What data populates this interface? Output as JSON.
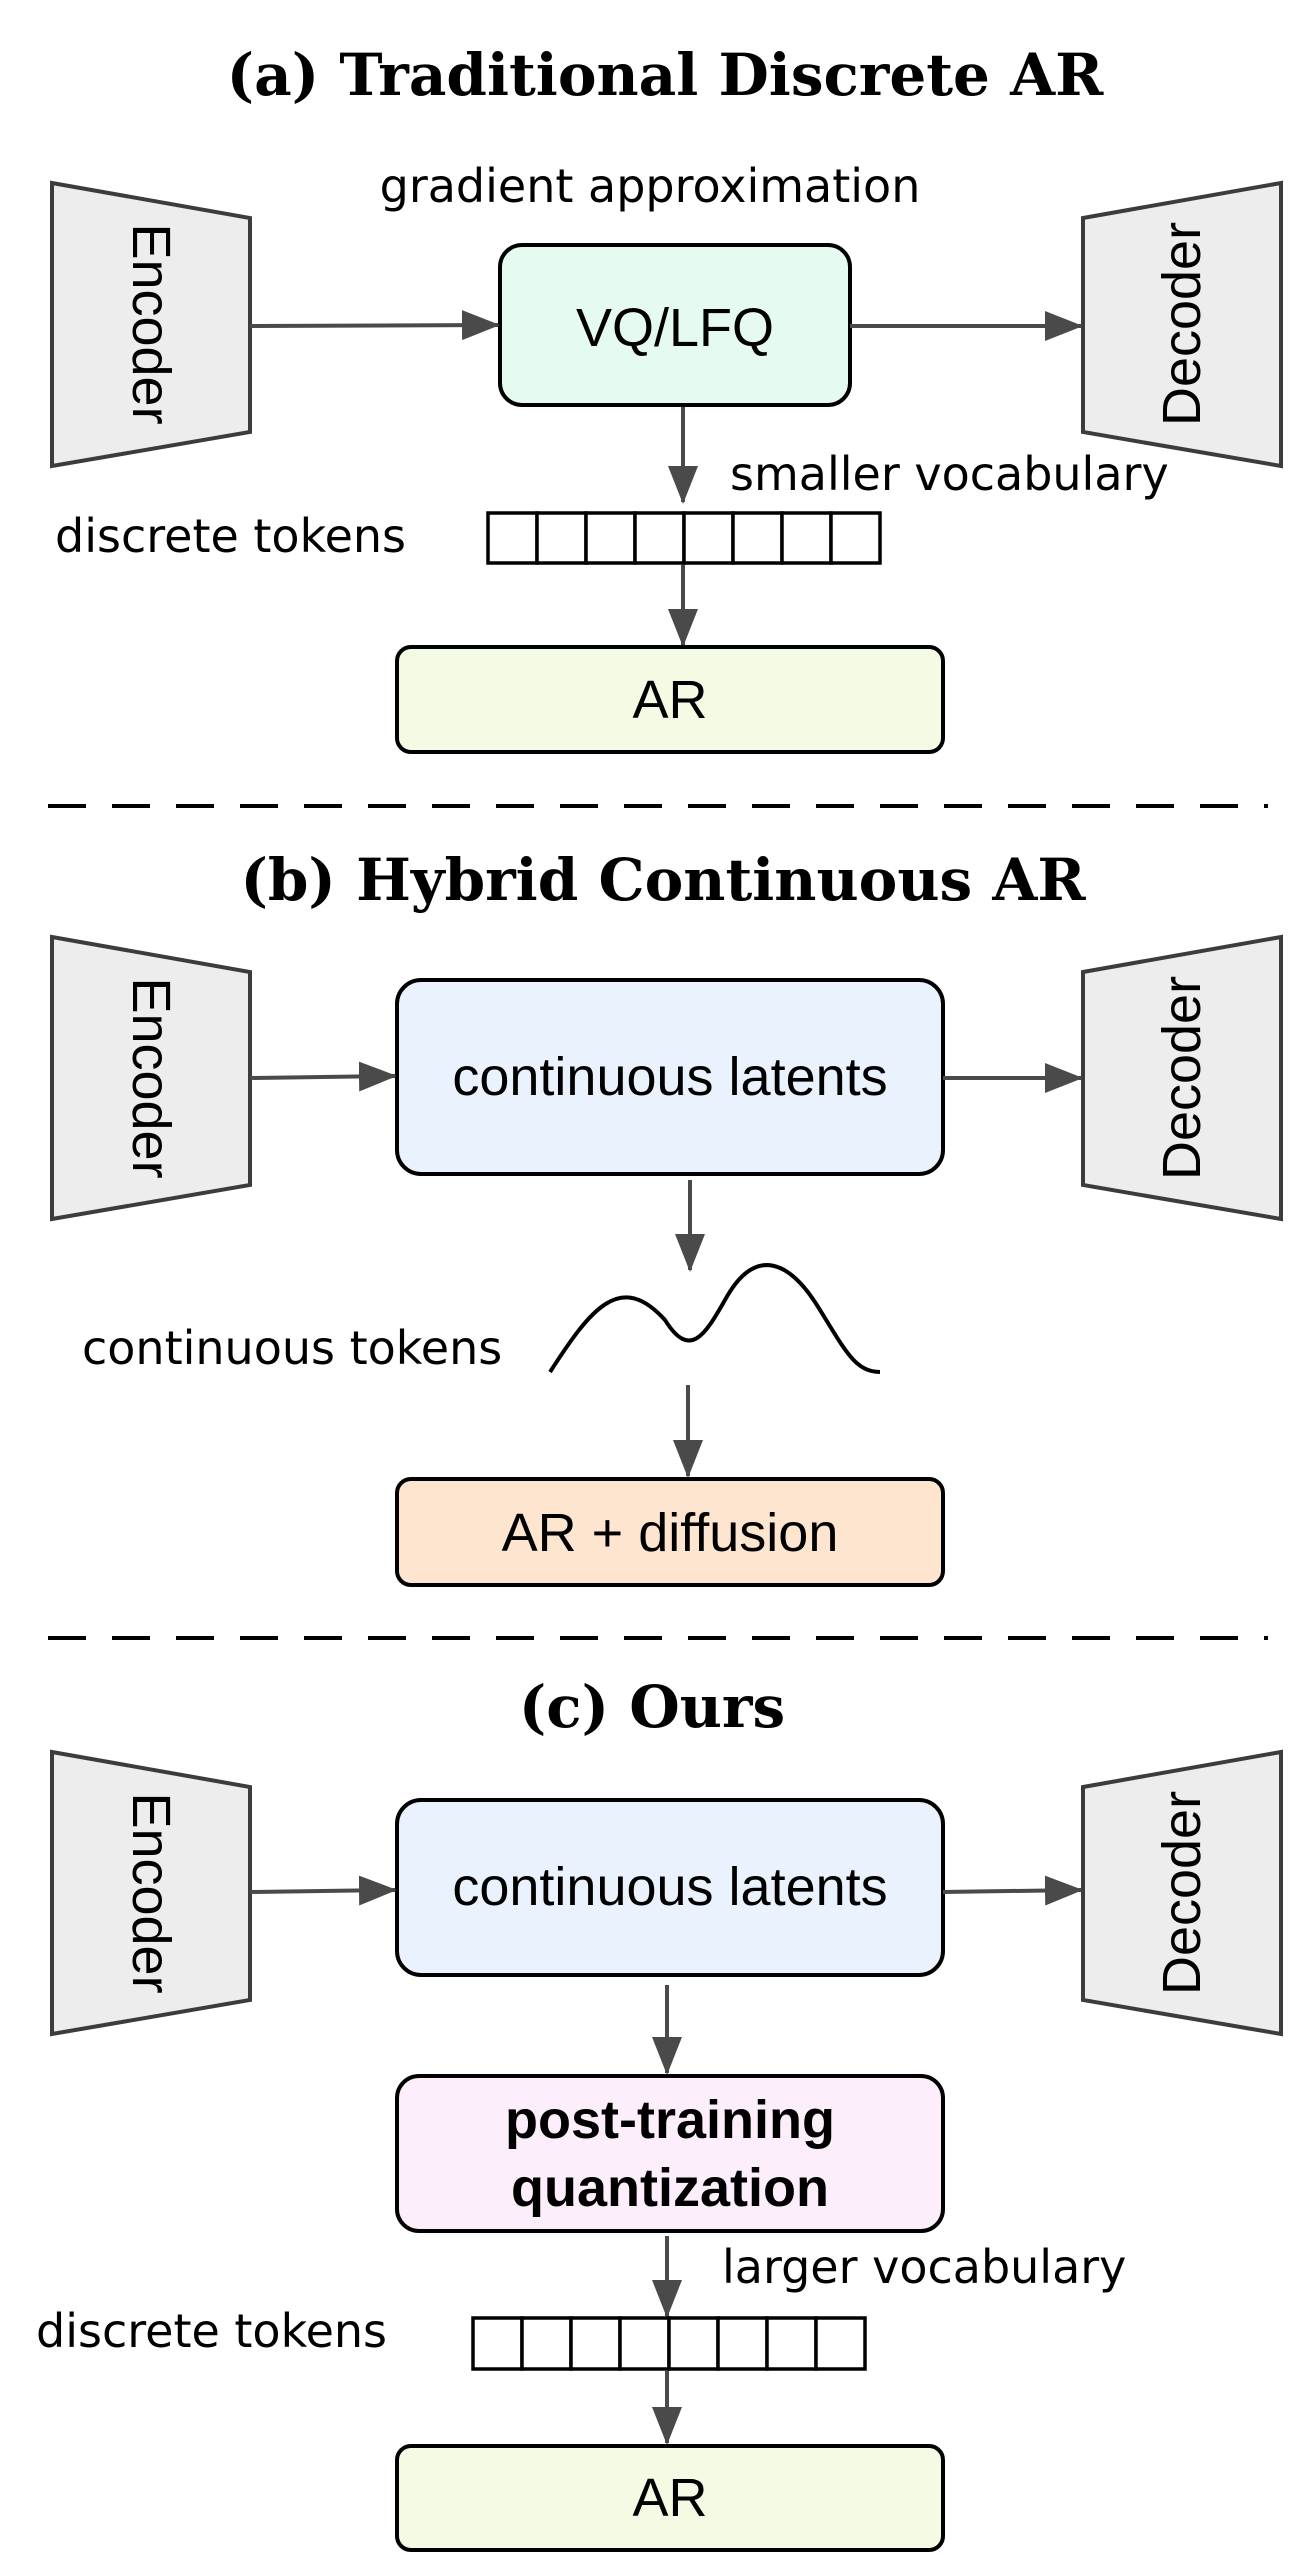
{
  "sections": {
    "a": {
      "title": "(a) Traditional Discrete AR",
      "encoder": "Encoder",
      "decoder": "Decoder",
      "quantizer": "VQ/LFQ",
      "quantizer_note": "gradient approximation",
      "vocab_note": "smaller vocabulary",
      "tokens_label": "discrete tokens",
      "model": "AR",
      "colors": {
        "quantizer_fill": "#e6fbef",
        "model_fill": "#f4fbe5"
      }
    },
    "b": {
      "title": "(b) Hybrid Continuous AR",
      "encoder": "Encoder",
      "decoder": "Decoder",
      "latents": "continuous latents",
      "tokens_label": "continuous tokens",
      "model": "AR + diffusion",
      "colors": {
        "latents_fill": "#eaf3fd",
        "model_fill": "#fde5cf"
      }
    },
    "c": {
      "title": "(c) Ours",
      "encoder": "Encoder",
      "decoder": "Decoder",
      "latents": "continuous latents",
      "ptq_line1": "post-training",
      "ptq_line2": "quantization",
      "vocab_note": "larger vocabulary",
      "tokens_label": "discrete tokens",
      "model": "AR",
      "colors": {
        "latents_fill": "#eaf3fd",
        "ptq_fill": "#fdeefb",
        "model_fill": "#f4fbe5"
      }
    }
  },
  "icons": {
    "arrow": "arrow-icon",
    "token-cell": "token-cell-icon",
    "wave": "wave-icon"
  }
}
